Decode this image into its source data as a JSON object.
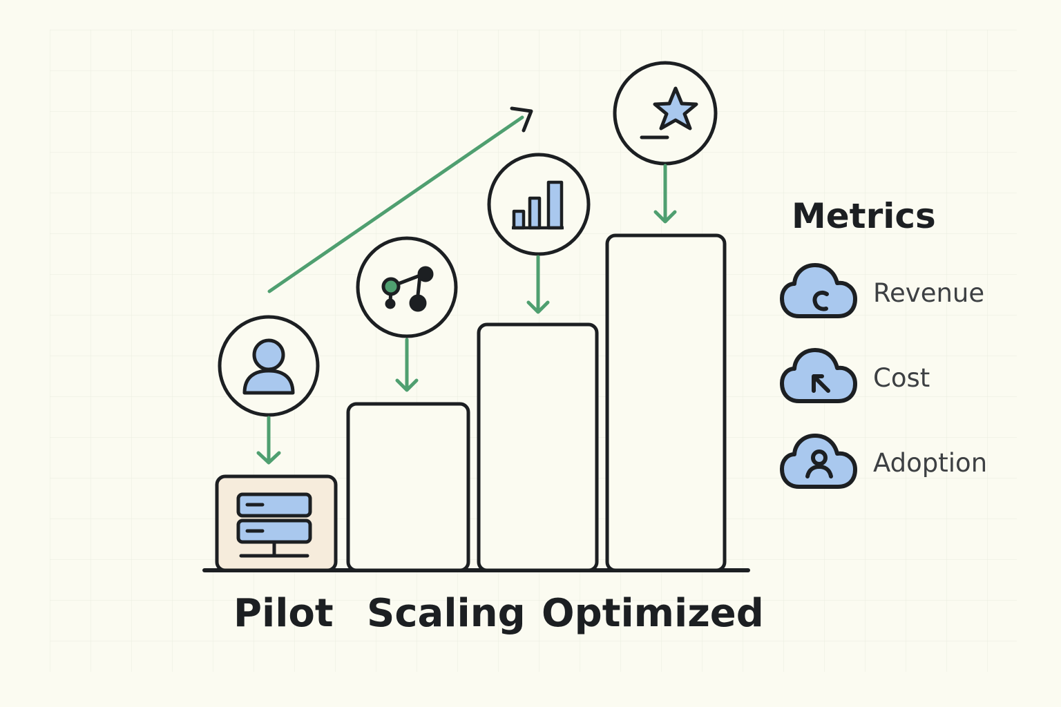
{
  "stages": [
    {
      "label": "Pilot",
      "icon": "person-icon"
    },
    {
      "label": "Scaling",
      "icon": "network-nodes-icon"
    },
    {
      "label": "Optimized",
      "icon": "star-icon"
    }
  ],
  "step_icons": [
    "person-icon",
    "network-nodes-icon",
    "bar-chart-icon",
    "star-icon"
  ],
  "base_icon": "server-icon",
  "legend": {
    "title": "Metrics",
    "items": [
      {
        "label": "Revenue",
        "icon": "cloud-revenue-icon"
      },
      {
        "label": "Cost",
        "icon": "cloud-cost-icon"
      },
      {
        "label": "Adoption",
        "icon": "cloud-user-icon"
      }
    ]
  },
  "colors": {
    "background": "#fbfbf1",
    "grid": "#eceee2",
    "stroke": "#1c1f22",
    "accent_green": "#4f9f70",
    "icon_blue": "#a9c8ee",
    "pilot_box_fill": "#f6ecdc",
    "text_gray": "#3d4043"
  }
}
